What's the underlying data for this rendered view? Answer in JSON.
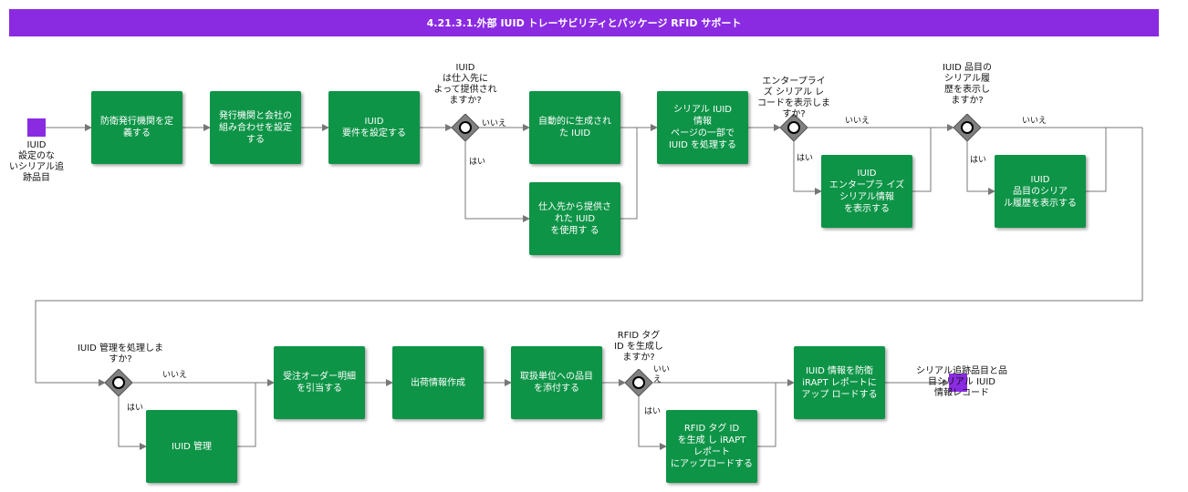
{
  "title": "4.21.3.1.外部 IUID トレーサビリティとパッケージ RFID サポート",
  "start_event": {
    "label": "IUID\n設定のな\nいシリアル追\n跡品目"
  },
  "end_event": {
    "label": "シリアル追跡品目と品\n目シリアル IUID\n情報レコード"
  },
  "tasks": {
    "t1": "防衛発行機関を定\n義する",
    "t2": "発行機関と会社の\n組み合わせを設定\nする",
    "t3": "IUID\n要件を設定する",
    "t4": "自動的に生成され\nた IUID",
    "t5": "仕入先から提供さ\nれた IUID\nを使用す る",
    "t6": "シリアル IUID\n情報\nページの一部で\nIUID を処理する",
    "t7": "IUID\nエンタープラ イズ\nシリアル情報\nを表示する",
    "t8": "IUID\n品目のシリア\nル履歴を表示する",
    "t9": "IUID 管理",
    "t10": "受注オーダー明細\nを引当する",
    "t11": "出荷情報作成",
    "t12": "取扱単位への品目\nを添付する",
    "t13": "RFID タグ ID\nを生成 し iRAPT\nレポート\nにアップロードする",
    "t14": "IUID 情報を防衛\niRAPT レポートに\nアップ ロードする"
  },
  "gateways": {
    "g1": "IUID\nは仕入先に\nよって提供され\nますか?",
    "g2": "エンタープライ\nズ シリアル レ\nコードを表示しま\nすか?",
    "g3": "IUID 品目の\nシリアル履\n歴を表示し\nますか?",
    "g4": "IUID 管理を処理しま\nすか?",
    "g5": "RFID タグ\nID を生成し\nますか?"
  },
  "flow_labels": {
    "g1_no": "いいえ",
    "g1_yes": "はい",
    "g2_no": "いいえ",
    "g2_yes": "はい",
    "g3_no": "いいえ",
    "g3_yes": "はい",
    "g4_no": "いいえ",
    "g4_yes": "はい",
    "g5_no": "いい\nえ",
    "g5_yes": "はい"
  },
  "colors": {
    "header": "#8a2be2",
    "task": "#0e9447",
    "event": "#8a2be2",
    "gateway": "#808080",
    "line": "#777777"
  }
}
